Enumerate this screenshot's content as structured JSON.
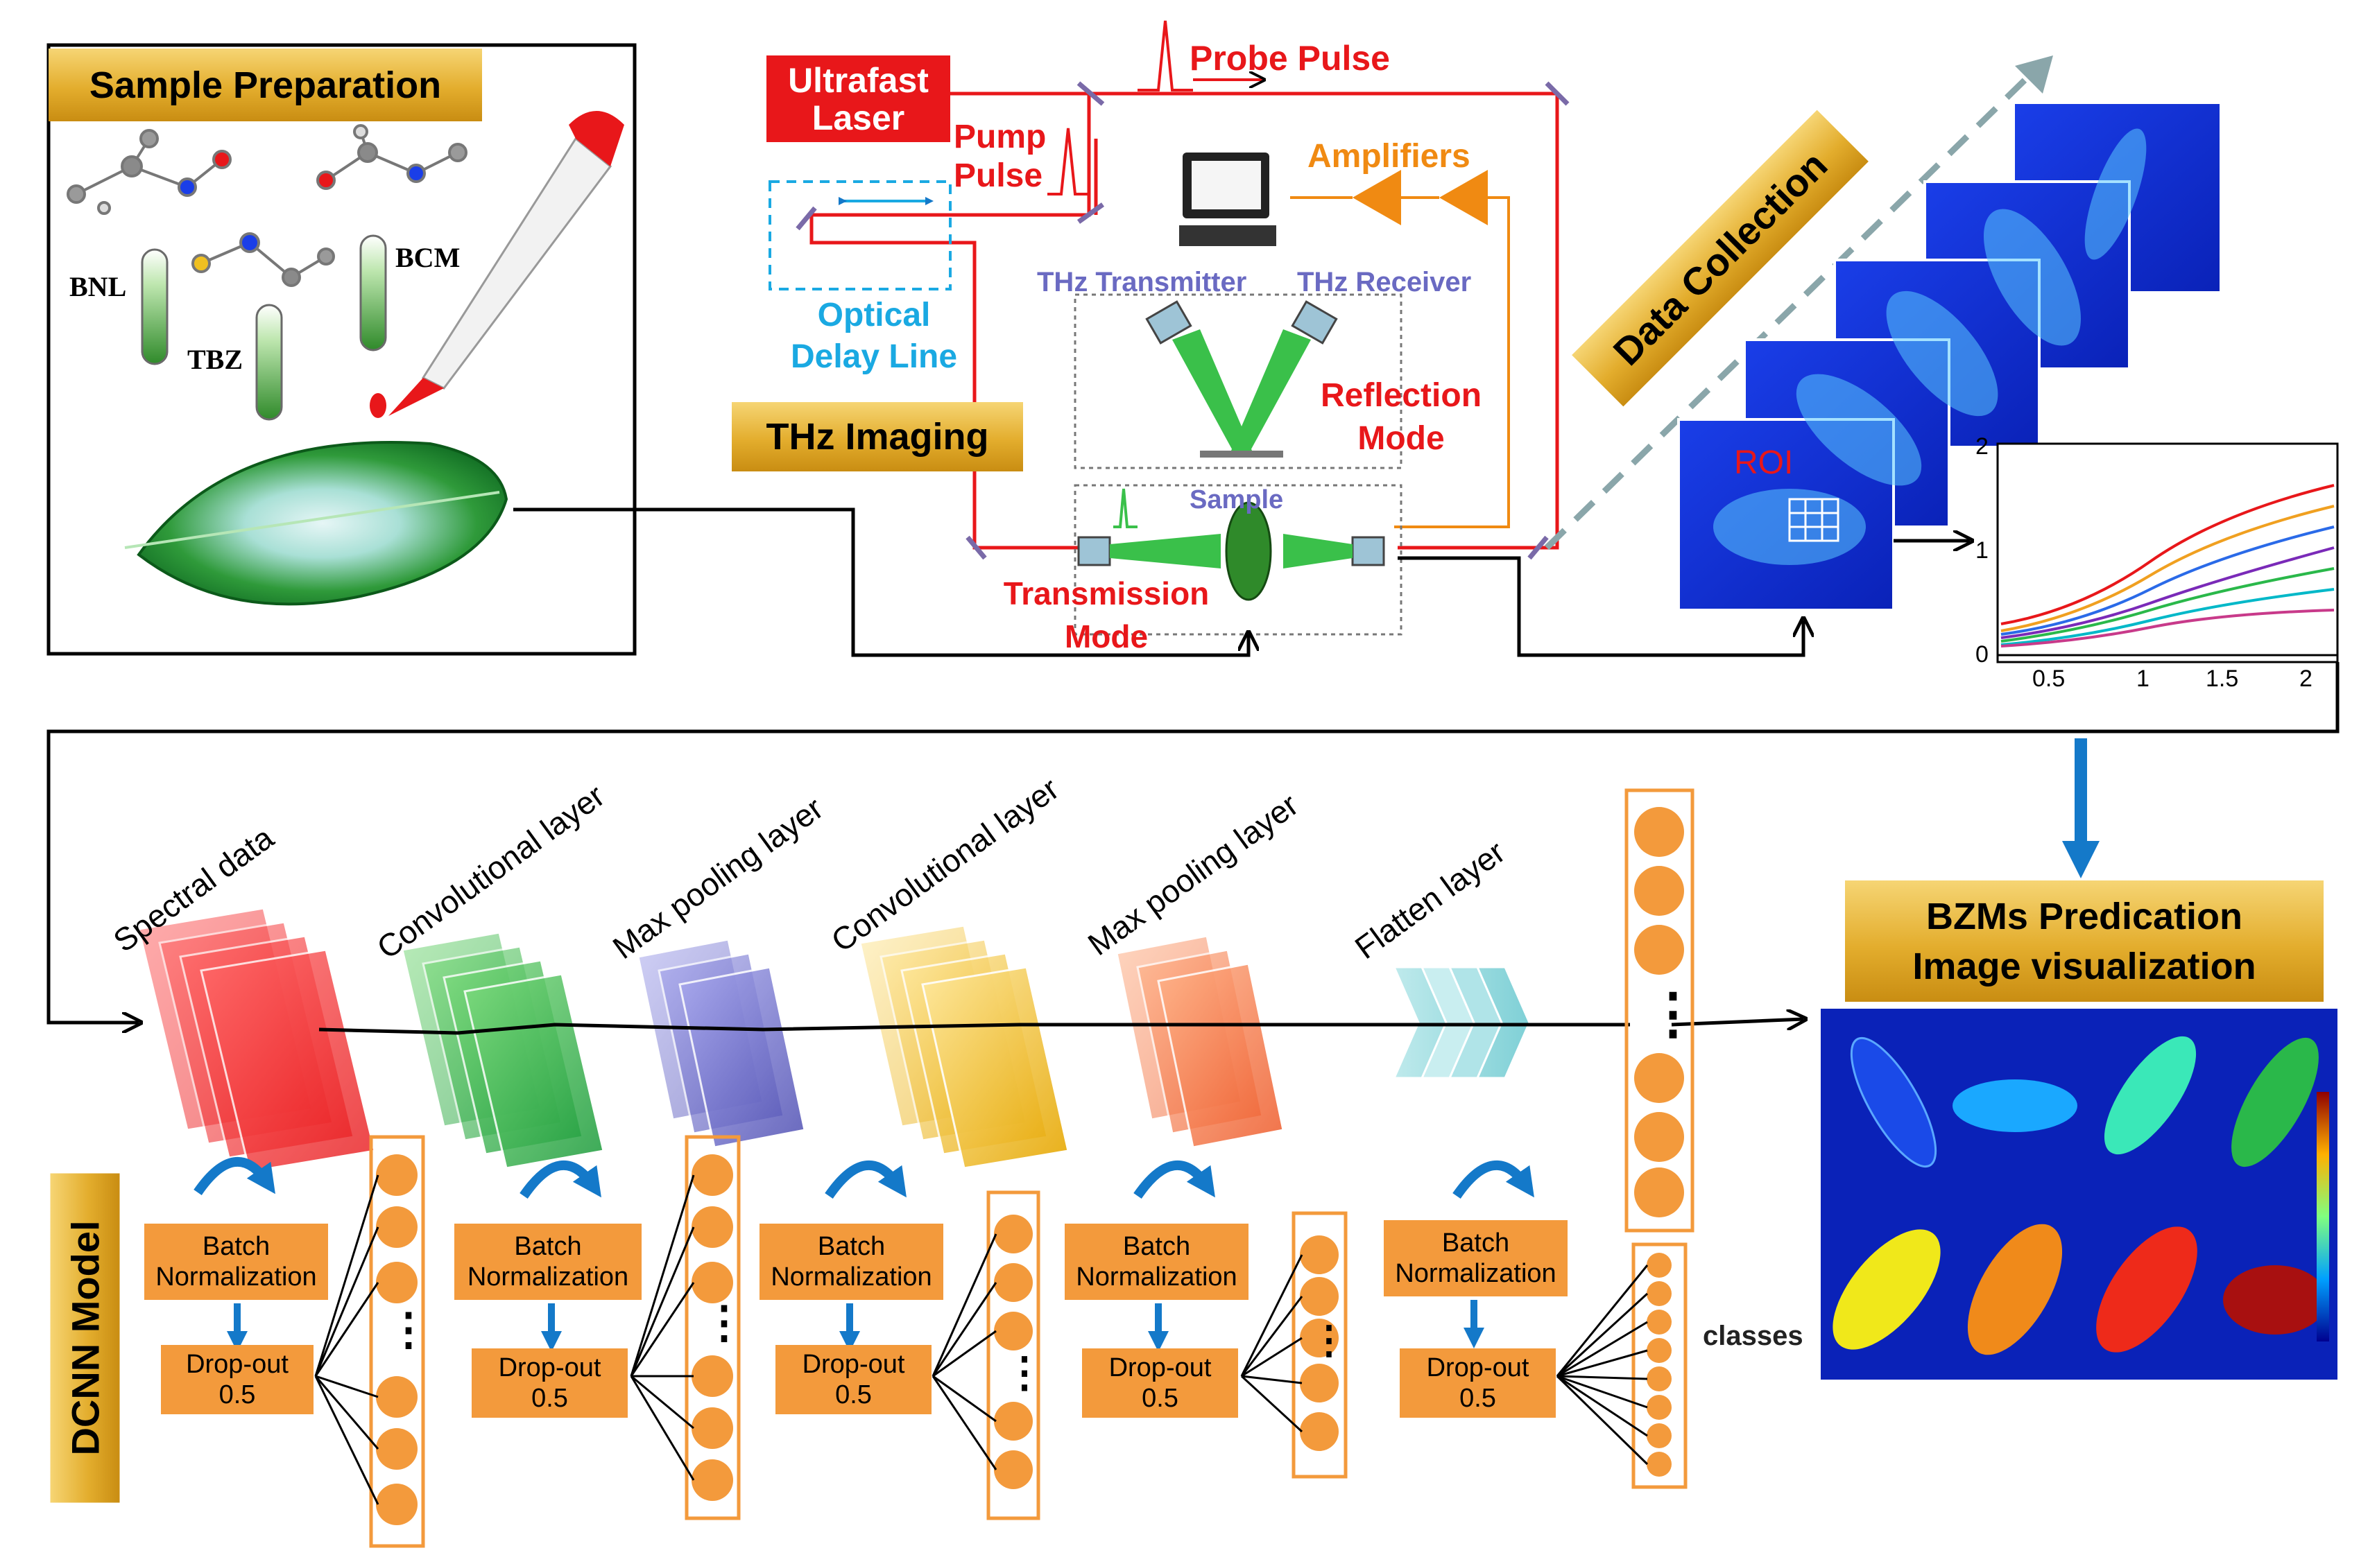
{
  "panels": {
    "sample_prep": {
      "title": "Sample Preparation",
      "compounds": [
        "BNL",
        "TBZ",
        "BCM"
      ]
    },
    "thz_imaging": {
      "title": "THz Imaging",
      "laser": "Ultrafast\nLaser",
      "probe": "Probe Pulse",
      "pump": "Pump\nPulse",
      "amplifiers": "Amplifiers",
      "delay_line": "Optical\nDelay Line",
      "transmitter": "THz Transmitter",
      "receiver": "THz Receiver",
      "reflection": "Reflection\nMode",
      "sample": "Sample",
      "transmission": "Transmission\nMode"
    },
    "data_collection": {
      "title": "Data Collection",
      "roi": "ROI"
    },
    "spectra_plot": {
      "y_ticks": [
        "0",
        "1",
        "2"
      ],
      "x_ticks": [
        "0.5",
        "1",
        "1.5",
        "2"
      ]
    },
    "dcnn": {
      "title": "DCNN Model",
      "layers": [
        "Spectral data",
        "Convolutional layer",
        "Max pooling layer",
        "Convolutional layer",
        "Max pooling layer",
        "Flatten layer"
      ],
      "batch_norm": "Batch\nNormalization",
      "dropout": "Drop-out\n0.5",
      "classes": "classes",
      "ellipsis": "⋮"
    },
    "prediction": {
      "title": "BZMs Predication\nImage visualization"
    }
  },
  "colors": {
    "laser_red": "#e8171a",
    "amplifier_orange": "#f08a12",
    "delay_blue": "#1aa9e2",
    "thz_purple": "#6a6ac2",
    "node_orange": "#f39a3c",
    "arrow_blue": "#1479c9",
    "gold": "#e3ad2d"
  }
}
